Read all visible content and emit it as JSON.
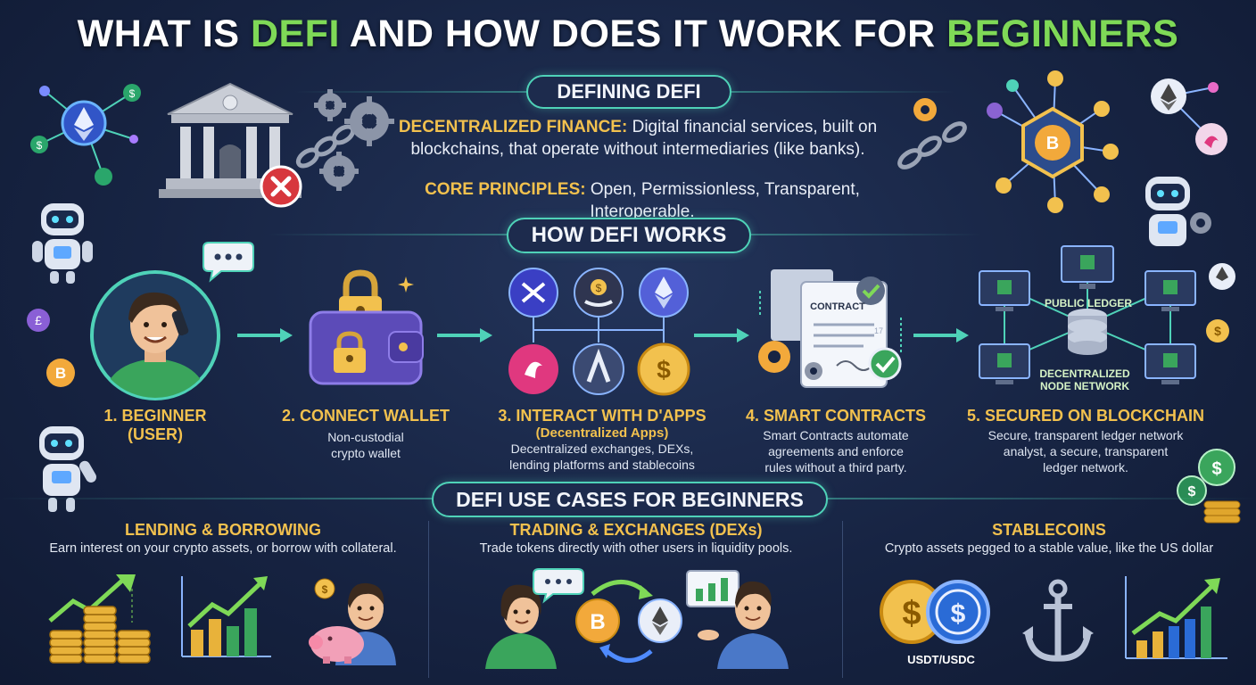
{
  "title": {
    "part1": "WHAT IS ",
    "highlight1": "DEFI",
    "part2": " AND HOW DOES IT WORK FOR ",
    "highlight2": "BEGINNERS"
  },
  "defining": {
    "heading": "DEFINING DEFI",
    "def_label": "DECENTRALIZED FINANCE:",
    "def_line1": " Digital financial services, built on",
    "def_line2": "blockchains, that operate without intermediaries (like banks).",
    "core_label": "CORE PRINCIPLES:",
    "core_text": " Open, Permissionless, Transparent, Interoperable."
  },
  "how": {
    "heading": "HOW DEFI WORKS",
    "steps": [
      {
        "title": "1. BEGINNER",
        "sub": "(USER)",
        "desc": ""
      },
      {
        "title": "2. CONNECT WALLET",
        "sub": "",
        "desc": "Non-custodial\ncrypto wallet"
      },
      {
        "title": "3. INTERACT WITH D'APPS",
        "sub": "(Decentralized Apps)",
        "desc": "Decentralized exchanges, DEXs,\nlending platforms and stablecoins"
      },
      {
        "title": "4. SMART CONTRACTS",
        "sub": "",
        "desc": "Smart Contracts automate\nagreements and enforce\nrules without a third party."
      },
      {
        "title": "5. SECURED ON BLOCKCHAIN",
        "sub": "",
        "desc": "Secure, transparent ledger network\nanalyѕt, a secure, transparent\nledger network."
      }
    ],
    "contract_label": "CONTRACT",
    "contract_mark": "17",
    "public_ledger": "PUBLIC LEDGER",
    "node_network_1": "DECENTRALIZED",
    "node_network_2": "NODE NETWORK"
  },
  "use_cases": {
    "heading": "DEFI USE CASES FOR BEGINNERS",
    "items": [
      {
        "title": "LENDING & BORROWING",
        "desc": "Earn interest on your crypto assets, or borrow with collateral."
      },
      {
        "title": "TRADING & EXCHANGES (DEXs)",
        "desc": "Trade tokens directly with other users in liquidity pools."
      },
      {
        "title": "STABLECOINS",
        "desc": "Crypto assets pegged to a stable value, like the US dollar"
      }
    ],
    "stablecoin_label": "USDT/USDC"
  },
  "icons": {
    "bank": "bank-icon",
    "broken_chain": "broken-chain-icon",
    "gear": "gear-icon",
    "ethereum": "ethereum-icon",
    "bitcoin": "bitcoin-icon",
    "dollar": "dollar-coin-icon",
    "robot": "robot-icon",
    "wallet": "wallet-icon",
    "padlock": "padlock-icon",
    "swap": "swap-icon",
    "aave": "aave-icon",
    "unicorn": "uniswap-icon",
    "anchor": "anchor-icon",
    "piggy_bank": "piggy-bank-icon",
    "chat": "chat-bubble-icon"
  },
  "colors": {
    "accent_teal": "#4fd2b8",
    "gold": "#f2c14e",
    "green": "#7fd957",
    "background": "#172443"
  }
}
